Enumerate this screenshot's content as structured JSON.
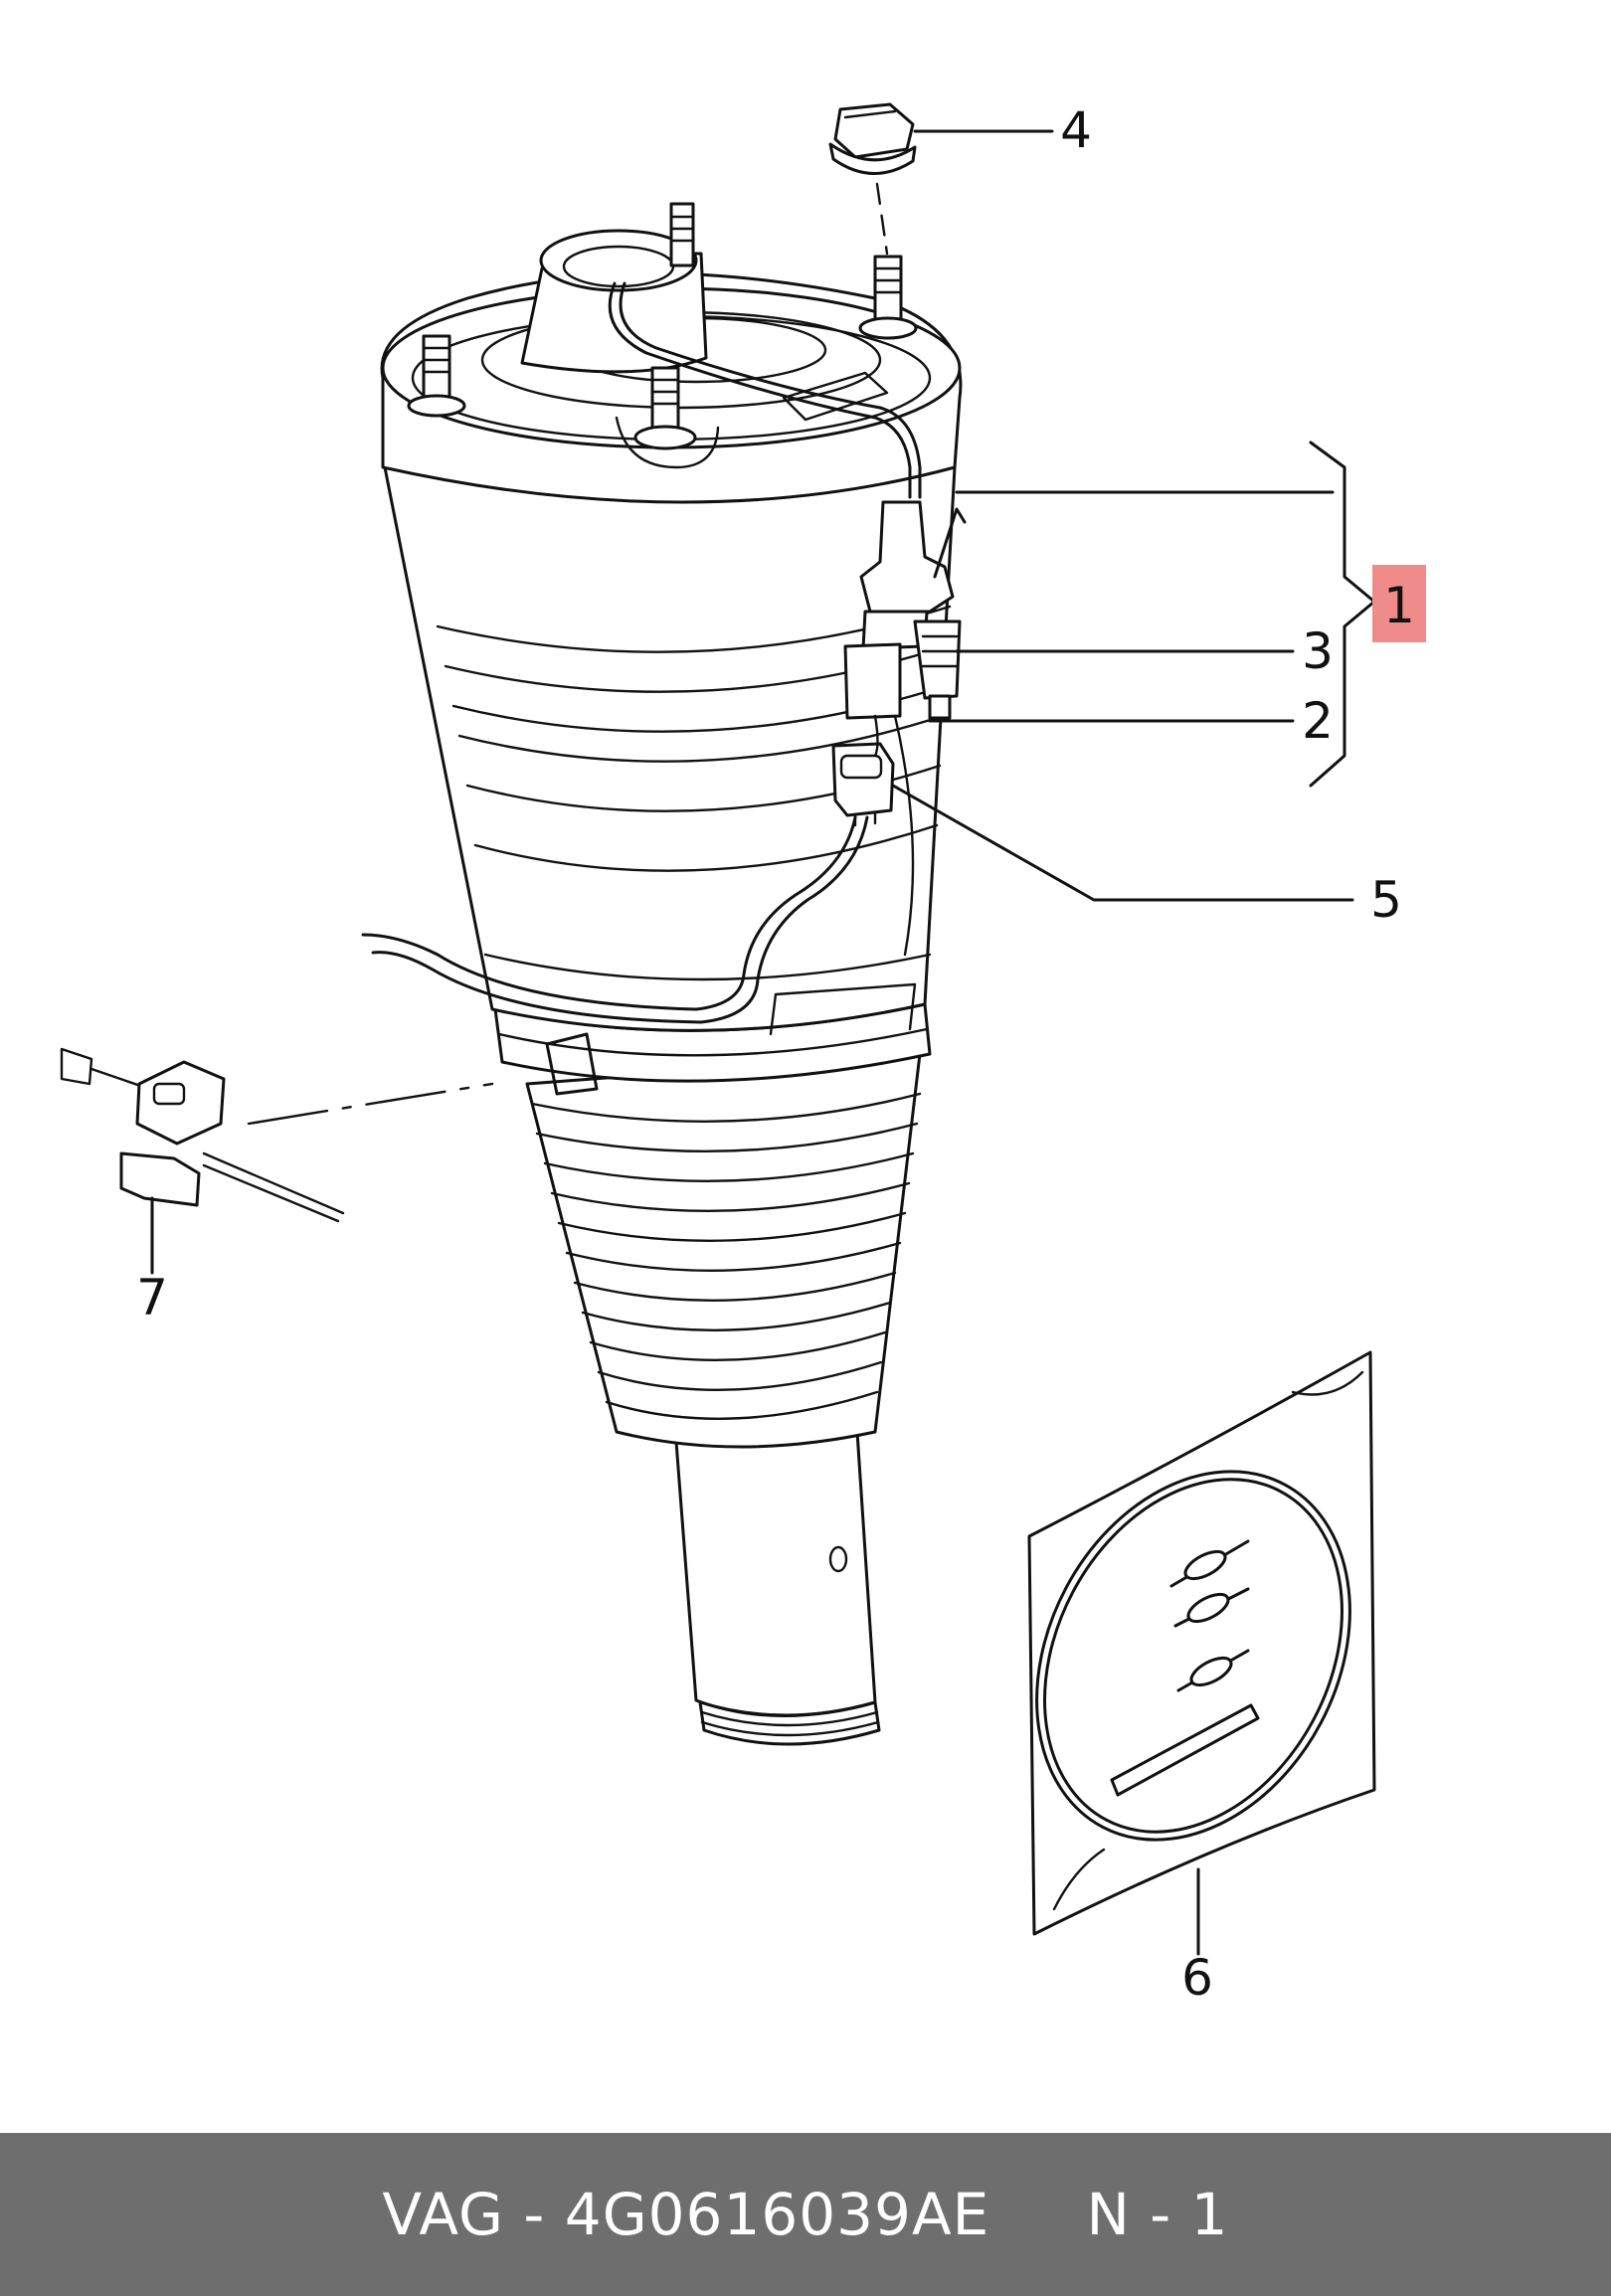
{
  "diagram": {
    "callouts": {
      "c1": "1",
      "c2": "2",
      "c3": "3",
      "c4": "4",
      "c5": "5",
      "c6": "6",
      "c7": "7"
    },
    "highlight_color": "#f08b8b"
  },
  "footer": {
    "part_label": "VAG - 4G0616039AE",
    "page_label": "N - 1",
    "background_color": "#6e6e6e"
  }
}
